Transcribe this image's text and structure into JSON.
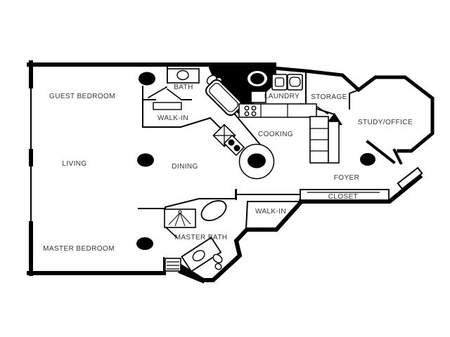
{
  "floorplan": {
    "rooms": [
      {
        "id": "guest-bedroom",
        "label": "GUEST BEDROOM"
      },
      {
        "id": "bath",
        "label": "BATH"
      },
      {
        "id": "walk-in-upper",
        "label": "WALK-IN"
      },
      {
        "id": "laundry",
        "label": "LAUNDRY"
      },
      {
        "id": "storage",
        "label": "STORAGE"
      },
      {
        "id": "study-office",
        "label": "STUDY/OFFICE"
      },
      {
        "id": "cooking",
        "label": "COOKING"
      },
      {
        "id": "living",
        "label": "LIVING"
      },
      {
        "id": "dining",
        "label": "DINING"
      },
      {
        "id": "foyer",
        "label": "FOYER"
      },
      {
        "id": "closet",
        "label": "CLOSET"
      },
      {
        "id": "walk-in-lower",
        "label": "WALK-IN"
      },
      {
        "id": "master-bath",
        "label": "MASTER BATH"
      },
      {
        "id": "master-bedroom",
        "label": "MASTER BEDROOM"
      }
    ],
    "fixture_icons": [
      "ceiling-light-icon",
      "bathtub-icon",
      "toilet-icon",
      "sink-icon",
      "shower-icon",
      "washer-icon",
      "dryer-icon",
      "cooktop-icon",
      "island-table-icon",
      "shelving-icon",
      "door-icon",
      "closet-rod-icon"
    ],
    "colors": {
      "wall": "#000000",
      "background": "#ffffff",
      "label_text": "#333333"
    }
  }
}
